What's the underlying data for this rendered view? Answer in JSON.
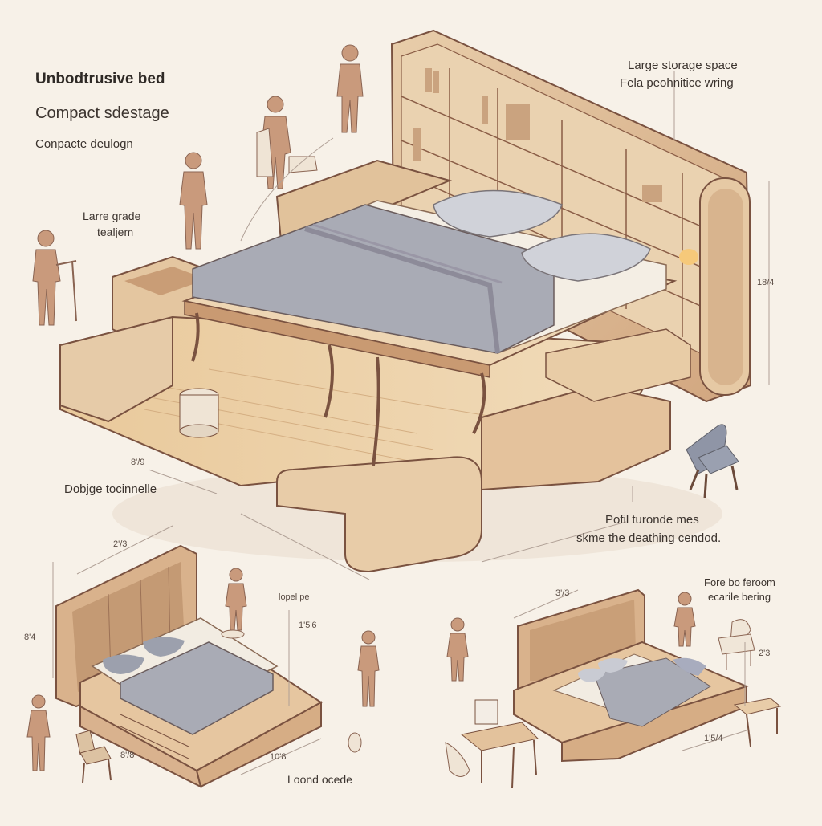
{
  "texts": {
    "title": "Unbodtrusive bed",
    "subtitle": "Compact sdestage",
    "design": "Conpacte deulogn",
    "larre_1": "Larre grade",
    "larre_2": "tealjem",
    "storage_1": "Large storage space",
    "storage_2": "Fela peohnitice wring",
    "dim_right": "18/4",
    "dim_left": "8'/9",
    "dobjje": "Dobjge tocinnelle",
    "point_1": "Pofil turonde mes",
    "point_2": "skme the deathing cendod.",
    "dim_bl_top": "2'/3",
    "dim_bl_left": "8'4",
    "dim_bl_right": "1'5'6",
    "dim_bl_tiny": "lopel pe",
    "dim_bl_bottom1": "8'/8",
    "dim_bl_bottom2": "10'8",
    "loond": "Loond ocede",
    "dim_br_top": "3'/3",
    "dim_br_right": "2'3",
    "dim_br_bottom": "1'5/4",
    "fore_1": "Fore bo feroom",
    "fore_2": "ecarile bering"
  },
  "colors": {
    "background": "#f7f1e8",
    "wood": "#dbb892",
    "wood_dark": "#b98e6a",
    "outline": "#7a5240",
    "blanket": "#a9abb5",
    "sheet": "#f4efe7",
    "pillow": "#c9cbd3",
    "figure": "#c99a7c"
  }
}
